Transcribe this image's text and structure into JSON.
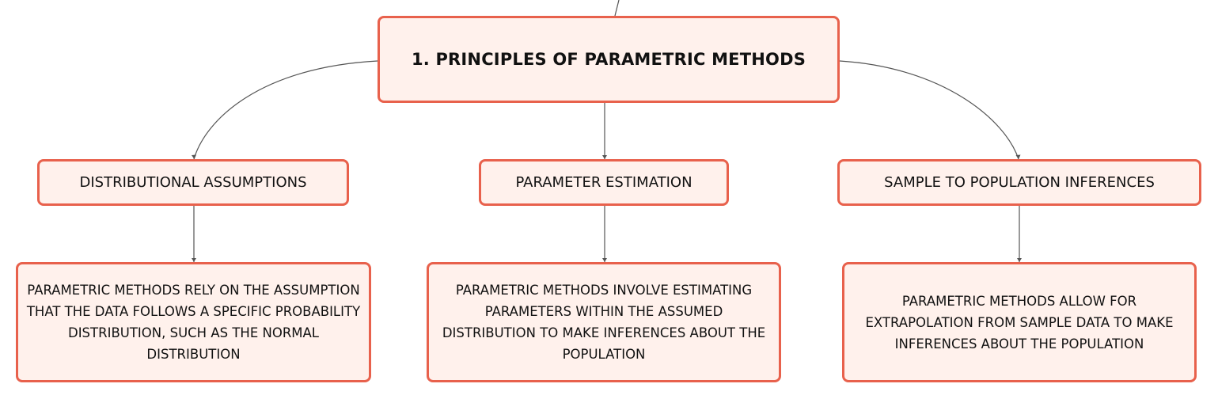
{
  "root": {
    "label": "1. PRINCIPLES OF PARAMETRIC METHODS"
  },
  "branches": [
    {
      "label": "DISTRIBUTIONAL ASSUMPTIONS",
      "detail": "PARAMETRIC METHODS RELY ON THE ASSUMPTION THAT THE DATA FOLLOWS A SPECIFIC PROBABILITY DISTRIBUTION, SUCH AS THE NORMAL DISTRIBUTION"
    },
    {
      "label": "PARAMETER ESTIMATION",
      "detail": "PARAMETRIC METHODS INVOLVE ESTIMATING PARAMETERS WITHIN THE ASSUMED DISTRIBUTION TO MAKE INFERENCES ABOUT THE POPULATION"
    },
    {
      "label": "SAMPLE TO POPULATION INFERENCES",
      "detail": "PARAMETRIC METHODS ALLOW FOR EXTRAPOLATION FROM SAMPLE DATA TO MAKE INFERENCES ABOUT THE POPULATION"
    }
  ],
  "colors": {
    "node_border": "#e8614c",
    "node_fill": "#fff1ec",
    "connector": "#555555",
    "text": "#111111"
  }
}
